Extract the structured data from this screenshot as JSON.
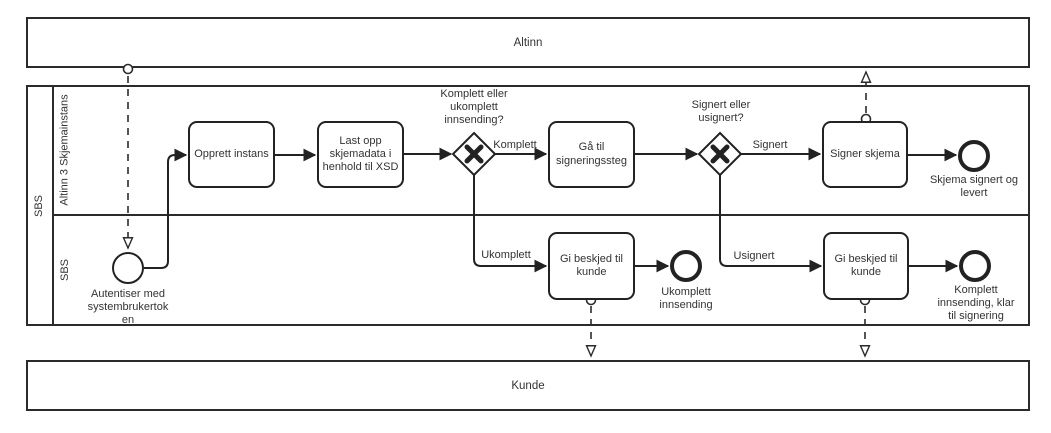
{
  "colors": {
    "stroke": "#2b2b2b",
    "background": "#ffffff",
    "text": "#333333"
  },
  "pools": {
    "altinn": {
      "label": "Altinn"
    },
    "sbs": {
      "label": "SBS",
      "lane_top": "Altinn 3 Skjemainstans",
      "lane_bottom": "SBS"
    },
    "kunde": {
      "label": "Kunde"
    }
  },
  "events": {
    "start": {
      "label": "Autentiser med\nsystembrukertok\nen"
    },
    "end_signed": {
      "label": "Skjema signert og\nlevert"
    },
    "end_incomplete": {
      "label": "Ukomplett\ninnsending"
    },
    "end_ready": {
      "label": "Komplett\ninnsending, klar\ntil signering"
    }
  },
  "tasks": {
    "opprett_instans": {
      "label": "Opprett instans"
    },
    "last_opp": {
      "label": "Last opp\nskjemadata i\nhenhold til XSD"
    },
    "ga_til_signering": {
      "label": "Gå til\nsigneringssteg"
    },
    "signer_skjema": {
      "label": "Signer skjema"
    },
    "gi_beskjed_1": {
      "label": "Gi beskjed til\nkunde"
    },
    "gi_beskjed_2": {
      "label": "Gi beskjed til\nkunde"
    }
  },
  "gateways": {
    "gw_komplett": {
      "question": "Komplett eller\nukomplett\ninnsending?",
      "branch_yes": "Komplett",
      "branch_no": "Ukomplett"
    },
    "gw_signert": {
      "question": "Signert eller\nusignert?",
      "branch_yes": "Signert",
      "branch_no": "Usignert"
    }
  }
}
